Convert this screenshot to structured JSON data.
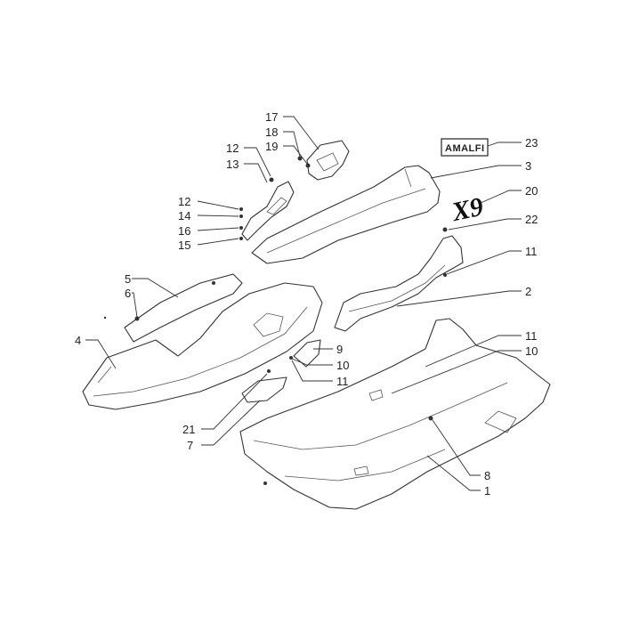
{
  "callouts": [
    {
      "id": "c17",
      "text": "17"
    },
    {
      "id": "c18",
      "text": "18"
    },
    {
      "id": "c19",
      "text": "19"
    },
    {
      "id": "c12a",
      "text": "12"
    },
    {
      "id": "c13",
      "text": "13"
    },
    {
      "id": "c12b",
      "text": "12"
    },
    {
      "id": "c14",
      "text": "14"
    },
    {
      "id": "c16",
      "text": "16"
    },
    {
      "id": "c15",
      "text": "15"
    },
    {
      "id": "c23",
      "text": "23"
    },
    {
      "id": "c3",
      "text": "3"
    },
    {
      "id": "c20",
      "text": "20"
    },
    {
      "id": "c22",
      "text": "22"
    },
    {
      "id": "c11a",
      "text": "11"
    },
    {
      "id": "c2",
      "text": "2"
    },
    {
      "id": "c5",
      "text": "5"
    },
    {
      "id": "c6",
      "text": "6"
    },
    {
      "id": "c4",
      "text": "4"
    },
    {
      "id": "c9",
      "text": "9"
    },
    {
      "id": "c10a",
      "text": "10"
    },
    {
      "id": "c11b",
      "text": "11"
    },
    {
      "id": "c11c",
      "text": "11"
    },
    {
      "id": "c10b",
      "text": "10"
    },
    {
      "id": "c21",
      "text": "21"
    },
    {
      "id": "c7",
      "text": "7"
    },
    {
      "id": "c8",
      "text": "8"
    },
    {
      "id": "c1",
      "text": "1"
    }
  ],
  "badge": {
    "text": "AMALFI"
  },
  "logo": {
    "text": "X9"
  }
}
